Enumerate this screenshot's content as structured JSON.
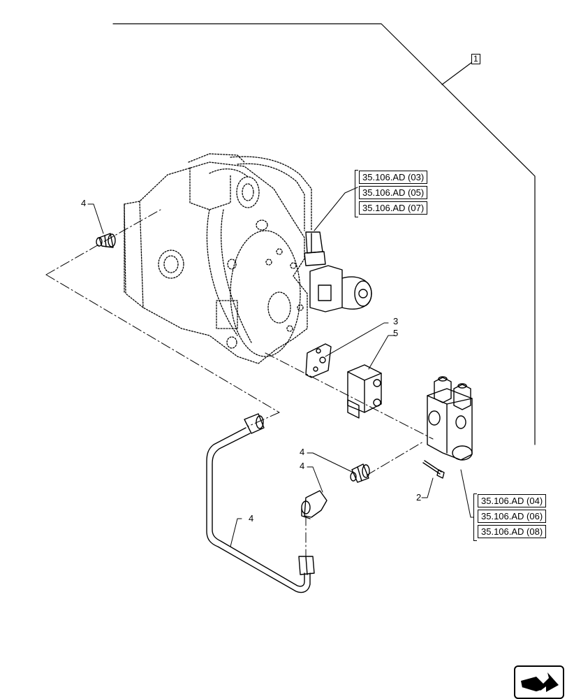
{
  "references": {
    "assembly_ref": "1",
    "top_group": [
      "35.106.AD (03)",
      "35.106.AD (05)",
      "35.106.AD (07)"
    ],
    "bottom_group": [
      "35.106.AD (04)",
      "35.106.AD (06)",
      "35.106.AD (08)"
    ]
  },
  "callouts": {
    "fitting_top_left": "4",
    "gasket": "3",
    "valve_block": "5",
    "fitting_a": "4",
    "elbow": "4",
    "pipe": "4",
    "bolt": "2"
  },
  "nav": {
    "icon": "next-page-arrow-icon"
  }
}
